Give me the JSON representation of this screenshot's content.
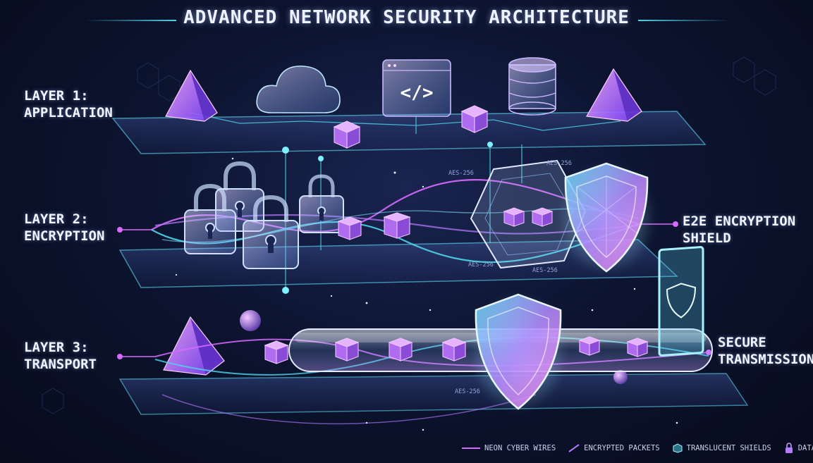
{
  "title": "ADVANCED NETWORK SECURITY ARCHITECTURE",
  "layers": [
    {
      "line1": "LAYER 1:",
      "line2": "APPLICATION"
    },
    {
      "line1": "LAYER 2:",
      "line2": "ENCRYPTION"
    },
    {
      "line1": "LAYER 3:",
      "line2": "TRANSPORT"
    }
  ],
  "callouts": [
    {
      "line1": "E2E ENCRYPTION",
      "line2": "SHIELD"
    },
    {
      "line1": "SECURE",
      "line2": "TRANSMISSION"
    }
  ],
  "packet_tags": [
    "AES-256",
    "AES-256",
    "AES-256",
    "AES-256",
    "AES-256"
  ],
  "legend": [
    {
      "label": "NEON CYBER WIRES",
      "icon": "neon-wire-icon"
    },
    {
      "label": "ENCRYPTED PACKETS",
      "icon": "encrypted-packet-icon"
    },
    {
      "label": "TRANSLUCENT SHIELDS",
      "icon": "translucent-shield-icon"
    },
    {
      "label": "DATA LOCKS",
      "icon": "data-lock-icon"
    }
  ],
  "colors": {
    "cyan": "#4fd3e8",
    "violet": "#b57bff",
    "magenta": "#d86bff",
    "background": "#0a1024"
  }
}
